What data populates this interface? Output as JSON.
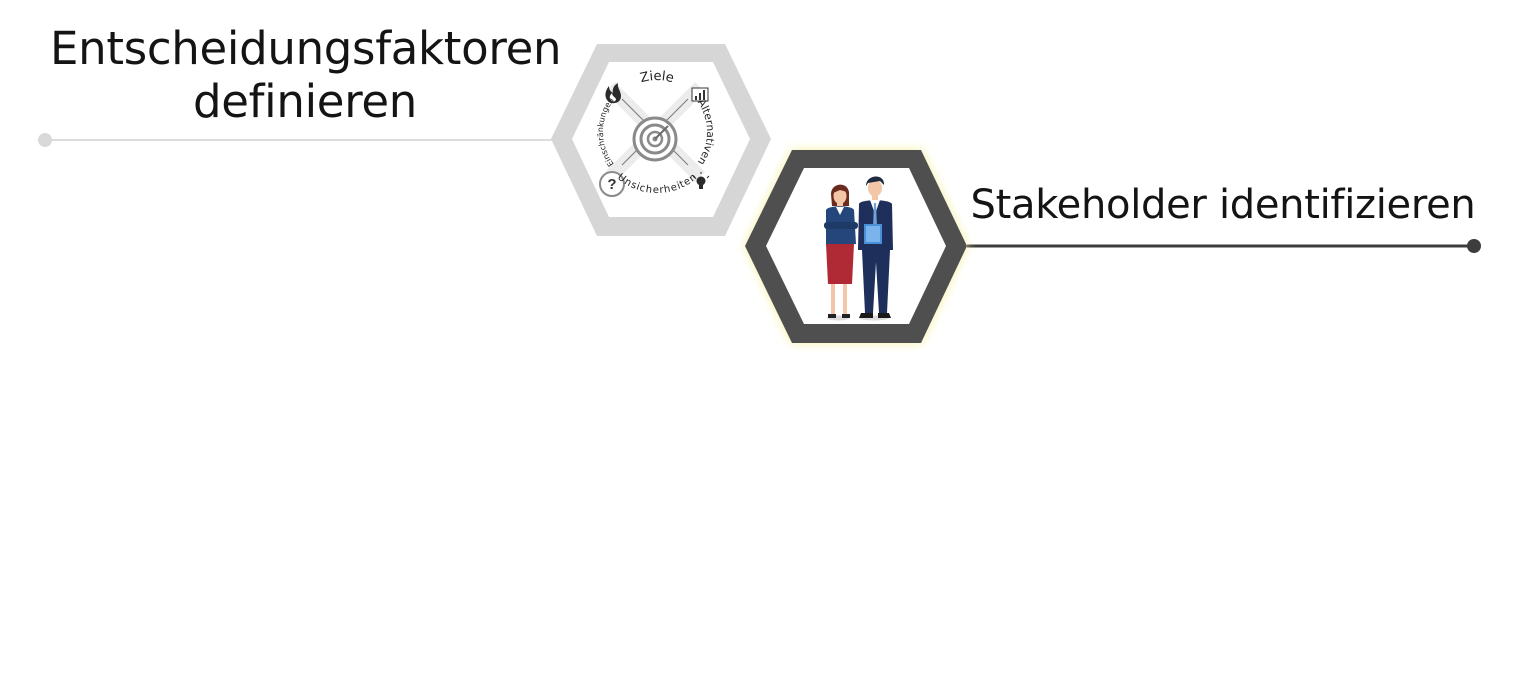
{
  "steps": [
    {
      "title_line1": "Entscheidungsfaktoren",
      "title_line2": "definieren",
      "state": "completed",
      "wheel": {
        "top": "Ziele",
        "right": "Alternativen",
        "bottom": "Unsicherheiten",
        "left": "Einschränkungen"
      },
      "icons": [
        "fire-icon",
        "bar-chart-icon",
        "target-icon",
        "question-icon",
        "lightbulb-icon"
      ]
    },
    {
      "title": "Stakeholder identifizieren",
      "state": "active",
      "icons": [
        "businesswoman-icon",
        "businessman-icon"
      ]
    }
  ],
  "colors": {
    "completed_line": "#d9d9d9",
    "completed_hex": "#d6d6d6",
    "active_line": "#3d3d3d",
    "active_hex": "#4f4f4f",
    "active_glow": "#f4f0a0"
  }
}
